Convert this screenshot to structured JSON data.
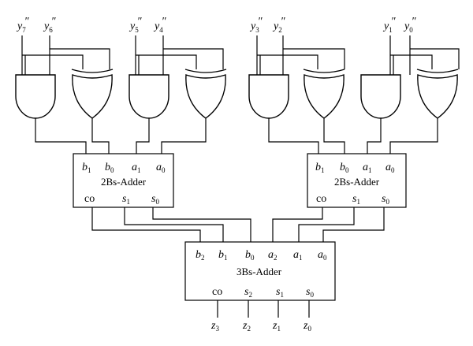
{
  "inputs": [
    {
      "base": "y",
      "sub": "7",
      "sup": "″"
    },
    {
      "base": "y",
      "sub": "6",
      "sup": "″"
    },
    {
      "base": "y",
      "sub": "5",
      "sup": "″"
    },
    {
      "base": "y",
      "sub": "4",
      "sup": "″"
    },
    {
      "base": "y",
      "sub": "3",
      "sup": "″"
    },
    {
      "base": "y",
      "sub": "2",
      "sup": "″"
    },
    {
      "base": "y",
      "sub": "1",
      "sup": "″"
    },
    {
      "base": "y",
      "sub": "0",
      "sup": "″"
    }
  ],
  "adder_left": {
    "title": "2Bs-Adder",
    "inputs": [
      {
        "base": "b",
        "sub": "1"
      },
      {
        "base": "b",
        "sub": "0"
      },
      {
        "base": "a",
        "sub": "1"
      },
      {
        "base": "a",
        "sub": "0"
      }
    ],
    "outputs": [
      {
        "base": "co",
        "sub": ""
      },
      {
        "base": "s",
        "sub": "1"
      },
      {
        "base": "s",
        "sub": "0"
      }
    ]
  },
  "adder_right": {
    "title": "2Bs-Adder",
    "inputs": [
      {
        "base": "b",
        "sub": "1"
      },
      {
        "base": "b",
        "sub": "0"
      },
      {
        "base": "a",
        "sub": "1"
      },
      {
        "base": "a",
        "sub": "0"
      }
    ],
    "outputs": [
      {
        "base": "co",
        "sub": ""
      },
      {
        "base": "s",
        "sub": "1"
      },
      {
        "base": "s",
        "sub": "0"
      }
    ]
  },
  "adder_bottom": {
    "title": "3Bs-Adder",
    "inputs": [
      {
        "base": "b",
        "sub": "2"
      },
      {
        "base": "b",
        "sub": "1"
      },
      {
        "base": "b",
        "sub": "0"
      },
      {
        "base": "a",
        "sub": "2"
      },
      {
        "base": "a",
        "sub": "1"
      },
      {
        "base": "a",
        "sub": "0"
      }
    ],
    "outputs": [
      {
        "base": "co",
        "sub": ""
      },
      {
        "base": "s",
        "sub": "2"
      },
      {
        "base": "s",
        "sub": "1"
      },
      {
        "base": "s",
        "sub": "0"
      }
    ]
  },
  "final_outputs": [
    {
      "base": "z",
      "sub": "3"
    },
    {
      "base": "z",
      "sub": "2"
    },
    {
      "base": "z",
      "sub": "1"
    },
    {
      "base": "z",
      "sub": "0"
    }
  ]
}
